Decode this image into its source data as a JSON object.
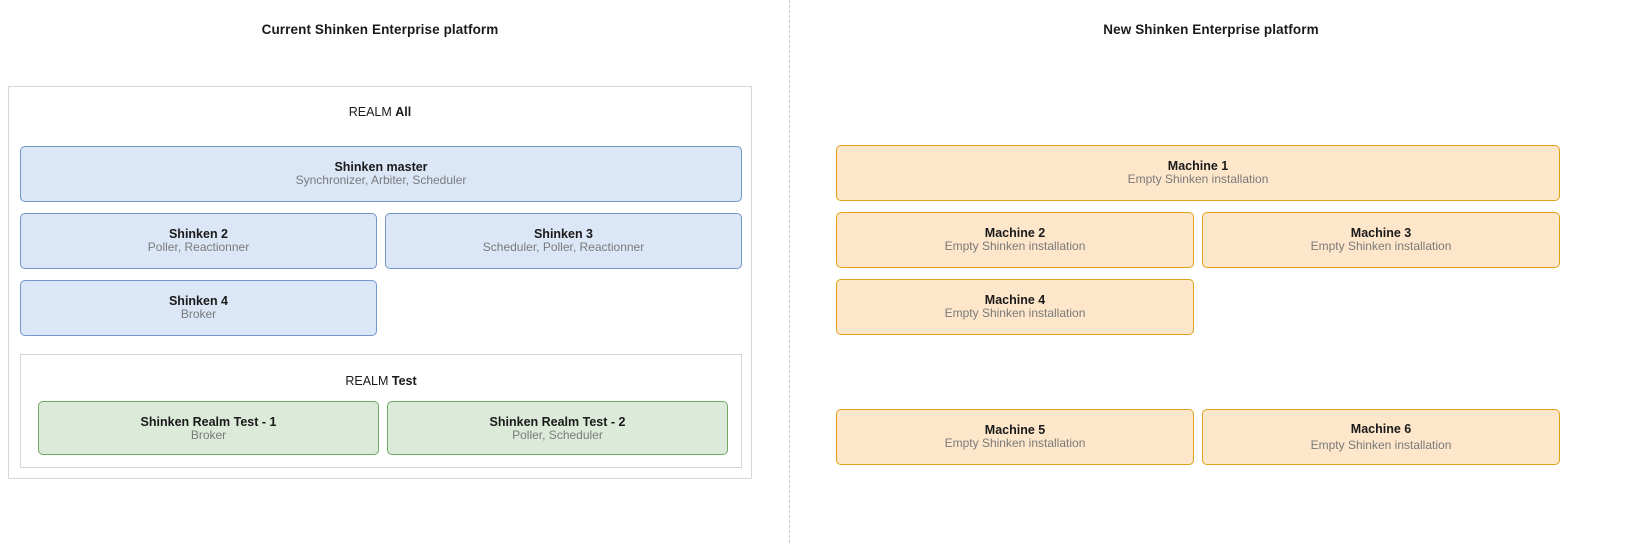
{
  "panels": {
    "left": {
      "title": "Current Shinken Enterprise platform",
      "realm_all": {
        "prefix": "REALM",
        "name": "All"
      },
      "realm_test": {
        "prefix": "REALM",
        "name": "Test"
      },
      "nodes": [
        {
          "title": "Shinken master",
          "sub": "Synchronizer, Arbiter, Scheduler"
        },
        {
          "title": "Shinken 2",
          "sub": "Poller, Reactionner"
        },
        {
          "title": "Shinken 3",
          "sub": "Scheduler, Poller, Reactionner"
        },
        {
          "title": "Shinken 4",
          "sub": "Broker"
        }
      ],
      "test_nodes": [
        {
          "title": "Shinken Realm Test - 1",
          "sub": "Broker"
        },
        {
          "title": "Shinken Realm Test - 2",
          "sub": "Poller, Scheduler"
        }
      ]
    },
    "right": {
      "title": "New Shinken Enterprise platform",
      "machines": [
        {
          "title": "Machine 1",
          "sub": "Empty Shinken installation"
        },
        {
          "title": "Machine 2",
          "sub": "Empty Shinken installation"
        },
        {
          "title": "Machine 3",
          "sub": "Empty Shinken installation"
        },
        {
          "title": "Machine 4",
          "sub": "Empty Shinken installation"
        },
        {
          "title": "Machine 5",
          "sub": "Empty Shinken installation"
        },
        {
          "title": "Machine 6",
          "sub": "Empty Shinken installation"
        }
      ]
    }
  },
  "colors": {
    "node_blue_fill": "#dbe7f7",
    "node_blue_border": "#7396c8",
    "node_green_fill": "#dceada",
    "node_green_border": "#72a866",
    "node_orange_fill": "#fde6ca",
    "node_orange_border": "#e0a21b",
    "container_border": "#d6d6d6",
    "divider": "#c9c9c9",
    "text_primary": "#1a1a1a",
    "text_secondary": "#7a7a7a"
  }
}
